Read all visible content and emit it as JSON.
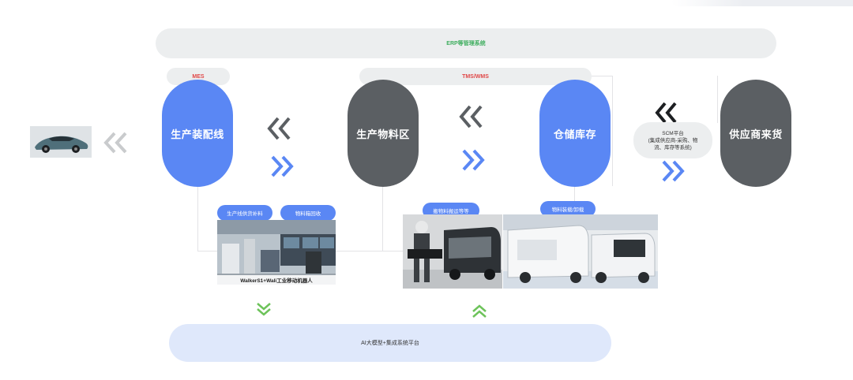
{
  "erp": {
    "label": "ERP等管理系统"
  },
  "mes": {
    "label": "MES"
  },
  "tms": {
    "label": "TMS/WMS"
  },
  "nodes": {
    "assembly": "生产装配线",
    "material_area": "生产物料区",
    "warehouse": "仓储库存",
    "supplier": "供应商来货"
  },
  "scm": {
    "line1": "SCM平台",
    "line2": "(集成供应商-采购、物",
    "line3": "流、库存等系统)"
  },
  "tags": {
    "supply": "生产线供货补料",
    "bin_return": "物料箱回收",
    "transport": "搬物料搬运等等",
    "load_unload": "物料装载/卸载"
  },
  "photo_caption": "WalkerS1+Wali工业移动机器人",
  "ai_platform": {
    "label": "AI大模型+集成系统平台"
  },
  "colors": {
    "blue": "#5a87f4",
    "gray": "#5b5f63",
    "green": "#3fae5f",
    "red": "#e04848"
  },
  "icons": [
    "car-image",
    "chevron-left-double-icon",
    "chevron-right-double-icon",
    "chevron-down-double-icon",
    "chevron-up-double-icon"
  ]
}
